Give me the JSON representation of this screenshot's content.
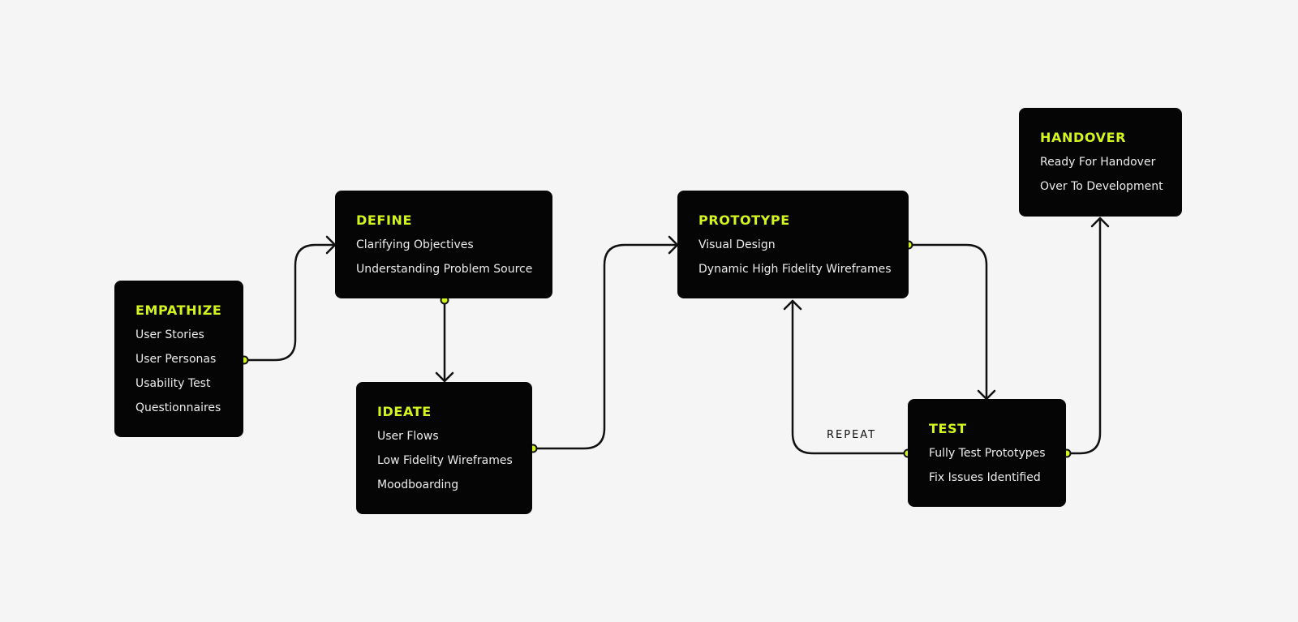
{
  "colors": {
    "background": "#f5f5f5",
    "node_fill": "#050505",
    "title_accent": "#d4f41e",
    "item_text": "#ececec",
    "connector": "#111111",
    "port_dot": "#d4f41e"
  },
  "nodes": {
    "empathize": {
      "title": "EMPATHIZE",
      "items": [
        "User Stories",
        "User Personas",
        "Usability Test",
        "Questionnaires"
      ]
    },
    "define": {
      "title": "DEFINE",
      "items": [
        "Clarifying Objectives",
        "Understanding Problem Source"
      ]
    },
    "ideate": {
      "title": "IDEATE",
      "items": [
        "User Flows",
        "Low Fidelity Wireframes",
        "Moodboarding"
      ]
    },
    "prototype": {
      "title": "PROTOTYPE",
      "items": [
        "Visual Design",
        "Dynamic High Fidelity Wireframes"
      ]
    },
    "test": {
      "title": "TEST",
      "items": [
        "Fully Test Prototypes",
        "Fix Issues Identified"
      ]
    },
    "handover": {
      "title": "HANDOVER",
      "items": [
        "Ready For Handover",
        "Over To Development"
      ]
    }
  },
  "edges": [
    {
      "from": "empathize",
      "to": "define"
    },
    {
      "from": "define",
      "to": "ideate"
    },
    {
      "from": "ideate",
      "to": "prototype"
    },
    {
      "from": "prototype",
      "to": "test"
    },
    {
      "from": "test",
      "to": "prototype",
      "label": "REPEAT"
    },
    {
      "from": "test",
      "to": "handover"
    }
  ]
}
